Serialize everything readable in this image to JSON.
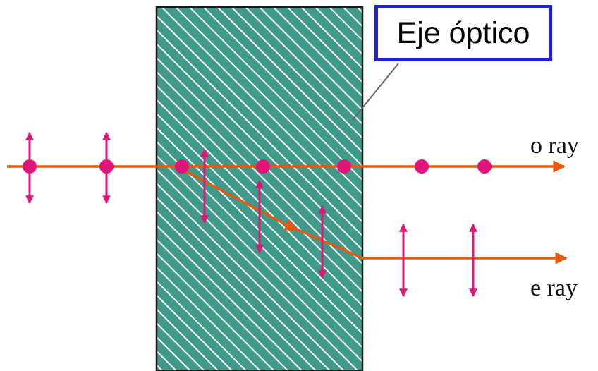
{
  "optic_axis_label": "Eje óptico",
  "o_ray_label": "o ray",
  "e_ray_label": "e ray",
  "colors": {
    "ray": "#e8590c",
    "polarization": "#e0157a",
    "crystal_fill": "#3f9a8c",
    "crystal_hatch": "#ffffff",
    "crystal_border": "#1a1a1a",
    "label_border": "#1f1fe0",
    "leader_line": "#666666"
  }
}
